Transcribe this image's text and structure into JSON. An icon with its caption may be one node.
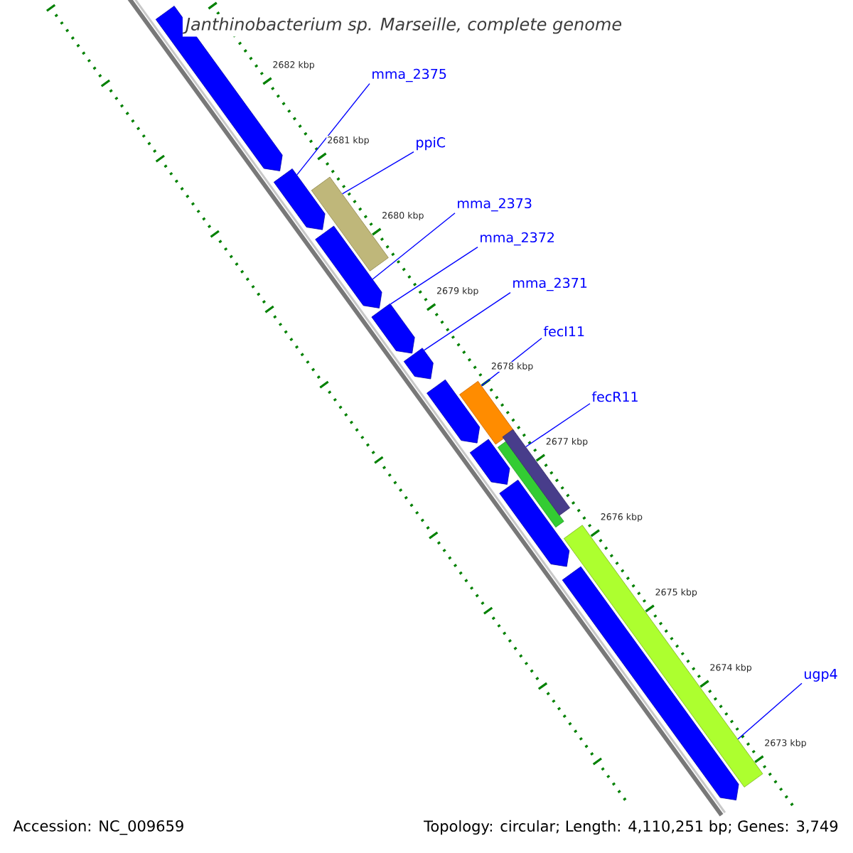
{
  "diagram": {
    "title": "Janthinobacterium sp. Marseille, complete genome",
    "nodes": [
      {
        "text": [],
        "shape": "pentagon"
      },
      {
        "text": [
          "mma_2375"
        ]
      },
      {
        "text": [],
        "shape": "pentagon"
      },
      {
        "text": [
          "ppiC"
        ]
      },
      {
        "text": [],
        "shape": "bar"
      },
      {
        "text": [
          "mma_2373"
        ]
      },
      {
        "text": [],
        "shape": "pentagon"
      },
      {
        "text": [
          "mma_2372"
        ]
      },
      {
        "text": [],
        "shape": "pentagon"
      },
      {
        "text": [
          "mma_2371"
        ]
      },
      {
        "text": [],
        "shape": "pentagon"
      },
      {
        "text": [
          "fecI11"
        ]
      },
      {
        "text": [],
        "shape": "pentagon"
      },
      {
        "text": [],
        "shape": "bar"
      },
      {
        "text": [],
        "shape": "pentagon"
      },
      {
        "text": [
          "fecR11"
        ]
      },
      {
        "text": [],
        "shape": "bar"
      },
      {
        "text": [],
        "shape": "bar"
      },
      {
        "text": [],
        "shape": "pentagon"
      },
      {
        "text": [],
        "shape": "pentagon"
      },
      {
        "text": [],
        "shape": "bar"
      },
      {
        "text": [
          "ugp4"
        ]
      }
    ],
    "edges": [
      {
        "from": 1,
        "to": 2,
        "arrow": "none"
      },
      {
        "from": 3,
        "to": 4,
        "arrow": "none"
      },
      {
        "from": 5,
        "to": 6,
        "arrow": "none"
      },
      {
        "from": 7,
        "to": 8,
        "arrow": "none"
      },
      {
        "from": 9,
        "to": 10,
        "arrow": "none"
      },
      {
        "from": 11,
        "to": 13,
        "arrow": "none"
      },
      {
        "from": 15,
        "to": 17,
        "arrow": "none"
      },
      {
        "from": 21,
        "to": 20,
        "arrow": "none"
      }
    ],
    "labels": [
      "2682 kbp",
      "2681 kbp",
      "2680 kbp",
      "2679 kbp",
      "2678 kbp",
      "2677 kbp",
      "2676 kbp",
      "2675 kbp",
      "2674 kbp",
      "2673 kbp",
      "Accession: NC_009659",
      "Topology: circular; Length: 4,110,251 bp; Genes: 3,749"
    ]
  }
}
